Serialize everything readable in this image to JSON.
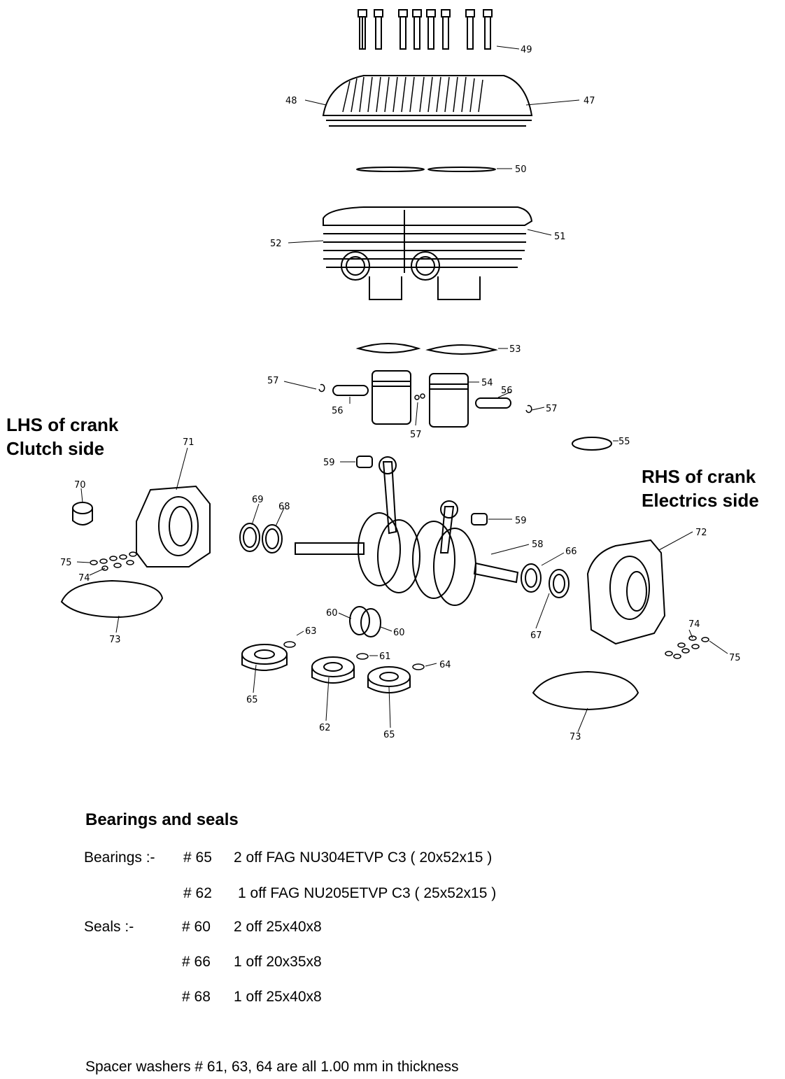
{
  "labels": {
    "lhs_line1": "LHS of crank",
    "lhs_line2": "Clutch side",
    "rhs_line1": "RHS of crank",
    "rhs_line2": "Electrics side"
  },
  "parts": [
    "47",
    "48",
    "49",
    "50",
    "51",
    "52",
    "53",
    "54",
    "55",
    "56",
    "56",
    "57",
    "57",
    "57",
    "58",
    "59",
    "59",
    "60",
    "60",
    "61",
    "62",
    "63",
    "64",
    "65",
    "65",
    "66",
    "67",
    "68",
    "69",
    "70",
    "71",
    "72",
    "73",
    "73",
    "74",
    "74",
    "75",
    "75"
  ],
  "notes": {
    "heading": "Bearings and seals",
    "bearings_label": "Bearings :-",
    "seals_label": "Seals :-",
    "rows": [
      {
        "ref": "# 65",
        "desc": "2 off FAG NU304ETVP C3  ( 20x52x15 )"
      },
      {
        "ref": "# 62",
        "desc": "1 off FAG NU205ETVP C3  ( 25x52x15 )"
      },
      {
        "ref": "# 60",
        "desc": "2 off 25x40x8"
      },
      {
        "ref": "# 66",
        "desc": "1 off 20x35x8"
      },
      {
        "ref": "# 68",
        "desc": "1 off 25x40x8"
      }
    ],
    "spacer": "Spacer washers #  61, 63, 64 are all 1.00 mm in thickness"
  }
}
